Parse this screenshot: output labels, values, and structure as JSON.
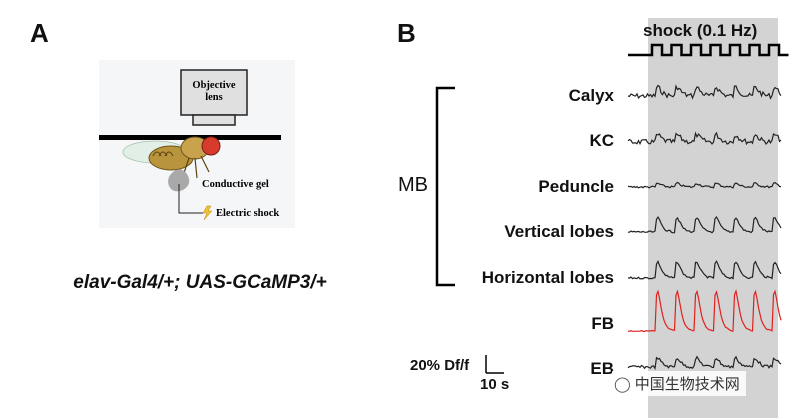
{
  "panel_a": {
    "letter": "A",
    "objective_label_line1": "Objective",
    "objective_label_line2": "lens",
    "gel_label": "Conductive gel",
    "shock_label": "Electric shock",
    "genotype": "elav-Gal4/+; UAS-GCaMP3/+"
  },
  "panel_b": {
    "letter": "B",
    "stimulus_label": "shock (0.1 Hz)",
    "group_label": "MB",
    "scale_y_label": "20% Df/f",
    "scale_x_label": "10 s",
    "trace_color_default": "#222222",
    "trace_color_highlight": "#e0201c",
    "shading_color": "#d3d3d3",
    "traces": [
      {
        "label": "Calyx"
      },
      {
        "label": "KC"
      },
      {
        "label": "Peduncle"
      },
      {
        "label": "Vertical lobes"
      },
      {
        "label": "Horizontal lobes"
      },
      {
        "label": "FB"
      },
      {
        "label": "EB"
      }
    ]
  },
  "watermark": {
    "icon": "wechat-icon",
    "text": "中国生物技术网"
  }
}
